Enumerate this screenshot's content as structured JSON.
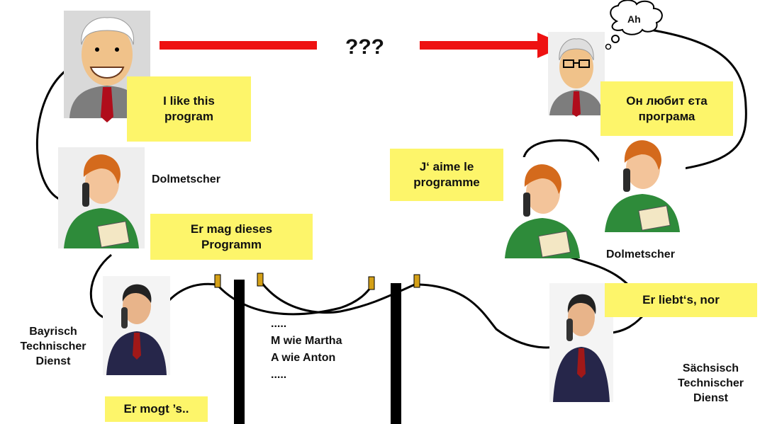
{
  "speaker": {
    "note": "I like this\nprogram"
  },
  "missing": "???",
  "listener": {
    "thought": "Ah",
    "note": "Он любит єта\nпрограма"
  },
  "left_interpreter": {
    "label": "Dolmetscher",
    "note": "Er mag dieses\nProgramm"
  },
  "right_interpreters": {
    "label": "Dolmetscher",
    "note": "J‘ aime le\nprogramme"
  },
  "bavarian_tech": {
    "label": "Bayrisch\nTechnischer\nDienst",
    "note": "Er mogt ’s.."
  },
  "saxon_tech": {
    "label": "Sächsisch\nTechnischer\nDienst",
    "note": "Er liebt‘s, nor"
  },
  "spelling": {
    "text": ".....\nM wie Martha\nA wie Anton\n....."
  },
  "colors": {
    "arrow": "#ee1111",
    "note": "#fdf56a",
    "cable": "#000000",
    "insulator": "#d4a017"
  }
}
